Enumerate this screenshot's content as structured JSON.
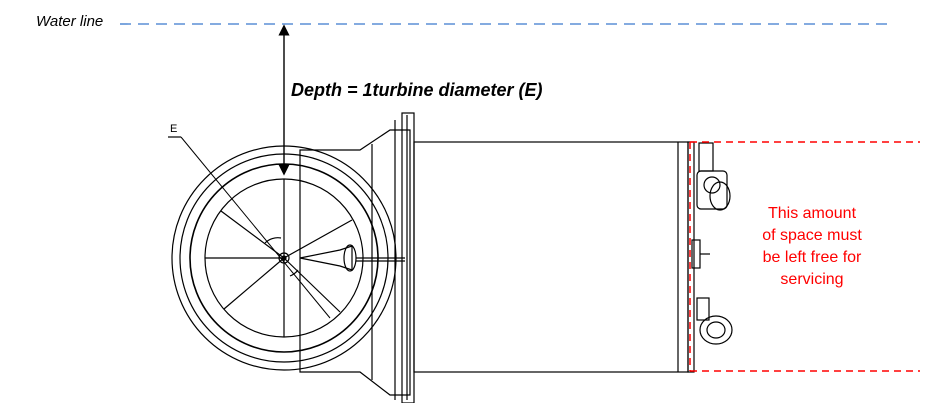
{
  "labels": {
    "water_line": "Water line",
    "depth": "Depth = 1turbine diameter (E)",
    "e_marker": "E",
    "service_line1": "This amount",
    "service_line2": "of space must",
    "service_line3": "be left free for",
    "service_line4": "servicing"
  },
  "colors": {
    "water_line": "#5b8fd6",
    "service_zone": "#ff0000",
    "drawing": "#000000"
  }
}
